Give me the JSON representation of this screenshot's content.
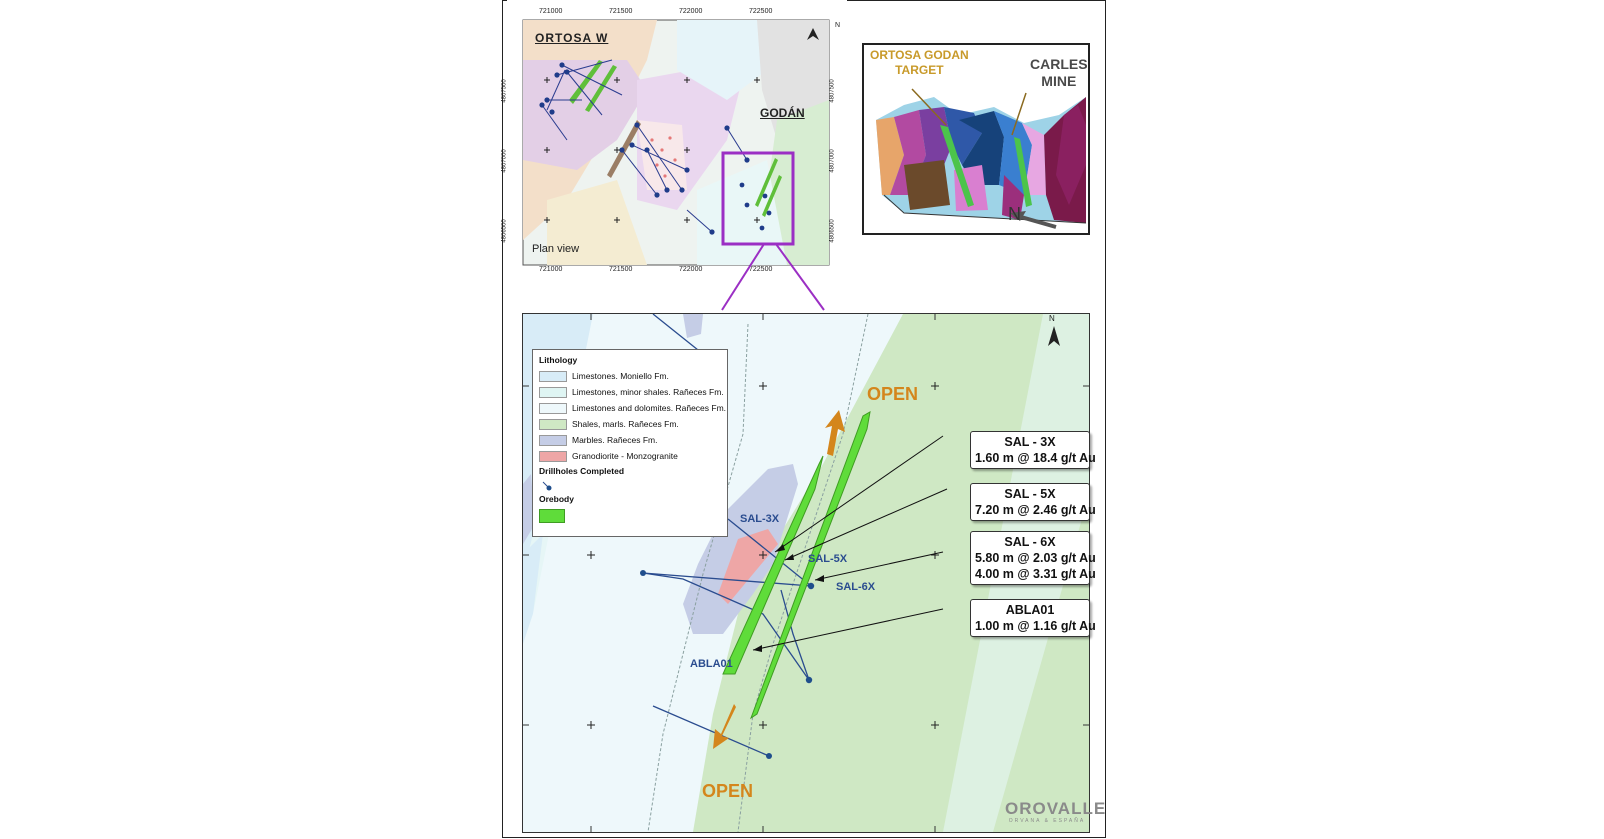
{
  "plan_view": {
    "label": "Plan view",
    "area_labels": {
      "ortosa_w": "ORTOSA W",
      "godan": "GODÁN"
    },
    "x_ticks": [
      "721000",
      "721500",
      "722000",
      "722500"
    ],
    "y_ticks": [
      "4807500",
      "4807000",
      "4806500"
    ],
    "north": "N"
  },
  "section_view": {
    "target_label": [
      "ORTOSA GODAN",
      "TARGET"
    ],
    "mine_label": [
      "CARLES",
      "MINE"
    ],
    "north": "N"
  },
  "detail_map": {
    "north": "N",
    "open_labels": [
      "OPEN",
      "OPEN"
    ],
    "hole_labels": [
      "SAL-3X",
      "SAL-5X",
      "SAL-6X",
      "ABLA01"
    ],
    "logo": {
      "name": "OROVALLE",
      "tagline": "ORVANA & ESPAÑA"
    },
    "legend": {
      "lithology_title": "Lithology",
      "lithology": [
        {
          "label": "Limestones. Moniello Fm.",
          "color": "#d8ecf7"
        },
        {
          "label": "Limestones, minor shales. Rañeces Fm.",
          "color": "#dff5f3"
        },
        {
          "label": "Limestones and dolomites. Rañeces Fm.",
          "color": "#eef8fb"
        },
        {
          "label": "Shales, marls. Rañeces Fm.",
          "color": "#cfe8c4"
        },
        {
          "label": "Marbles. Rañeces Fm.",
          "color": "#c5cde6"
        },
        {
          "label": "Granodiorite - Monzogranite",
          "color": "#eea6a6"
        }
      ],
      "drillholes_title": "Drillholes Completed",
      "orebody_title": "Orebody",
      "orebody_color": "#5fdc3a"
    },
    "callouts": [
      {
        "hole": "SAL - 3X",
        "intercepts": [
          "1.60 m @ 18.4 g/t Au"
        ]
      },
      {
        "hole": "SAL - 5X",
        "intercepts": [
          "7.20 m @ 2.46 g/t Au"
        ]
      },
      {
        "hole": "SAL - 6X",
        "intercepts": [
          "5.80 m @ 2.03 g/t Au",
          "4.00 m @ 3.31 g/t Au"
        ]
      },
      {
        "hole": "ABLA01",
        "intercepts": [
          "1.00 m @ 1.16 g/t Au"
        ]
      }
    ]
  },
  "colors": {
    "frame_accent": "#9b2fc4",
    "drillhole": "#1f4e8c",
    "open_arrow": "#d4861c",
    "orebody": "#5fdc3a"
  }
}
